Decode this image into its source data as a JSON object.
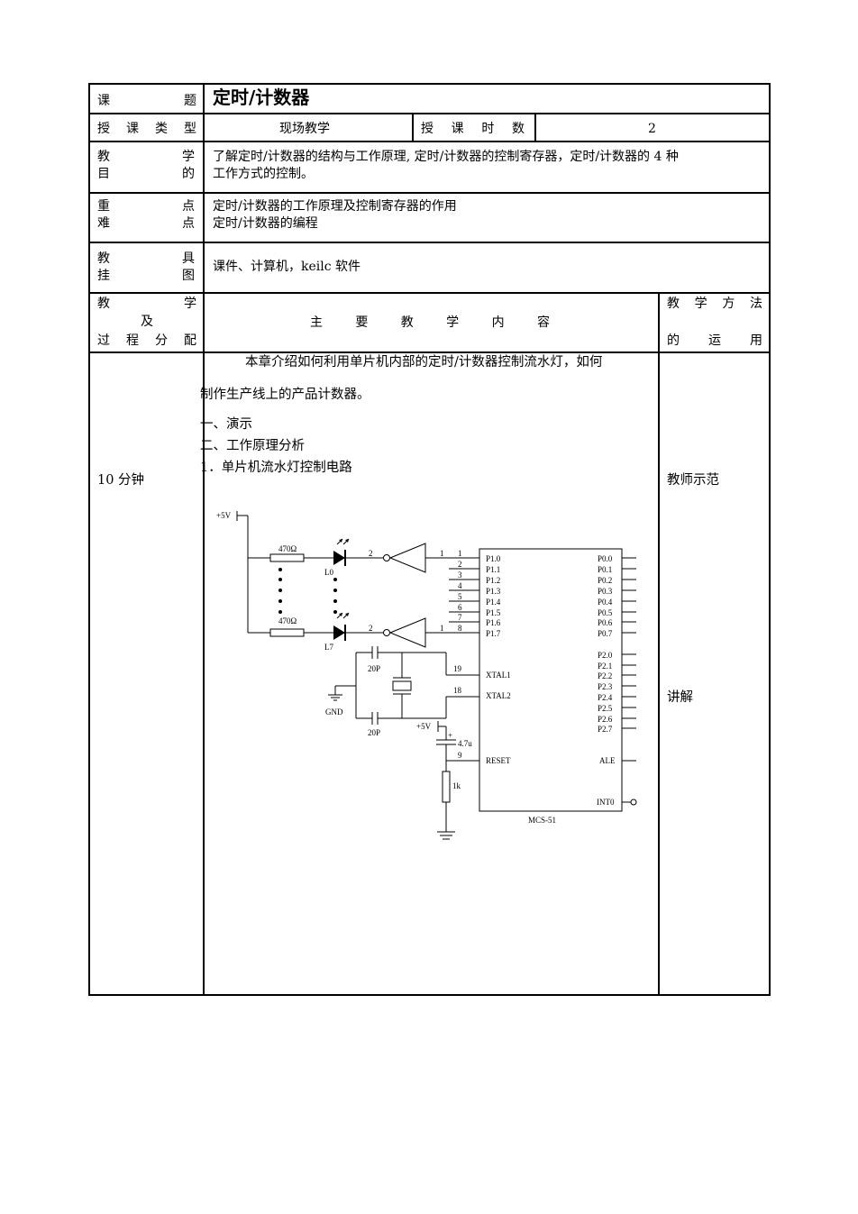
{
  "header": {
    "topic_label": [
      "课",
      "题"
    ],
    "topic_value": "定时/计数器",
    "type_label": [
      "授",
      "课",
      "类",
      "型"
    ],
    "type_value": "现场教学",
    "hours_label": [
      "授",
      "课",
      "时",
      "数"
    ],
    "hours_value": "2",
    "goal_label": {
      "left": [
        "教",
        "目"
      ],
      "right": [
        "学",
        "的"
      ]
    },
    "goal_text": [
      "了解定时/计数器的结构与工作原理, 定时/计数器的控制寄存器，定时/计数器的 4 种",
      "工作方式的控制。"
    ],
    "key_label": {
      "left": [
        "重",
        "难"
      ],
      "right": [
        "点",
        "点"
      ]
    },
    "key_text": [
      "定时/计数器的工作原理及控制寄存器的作用",
      "定时/计数器的编程"
    ],
    "aids_label": {
      "left": [
        "教",
        "挂"
      ],
      "right": [
        "具",
        "图"
      ]
    },
    "aids_text": "课件、计算机，keilc 软件"
  },
  "columns": {
    "process_label": {
      "line1": [
        "教",
        "学"
      ],
      "line2": "及",
      "line3": [
        "过",
        "程",
        "分",
        "配"
      ]
    },
    "content_label": [
      "主",
      "要",
      "教",
      "学",
      "内",
      "容"
    ],
    "method_label": {
      "line1": [
        "教",
        "学",
        "方",
        "法"
      ],
      "line2": [
        "的",
        "运",
        "用"
      ]
    }
  },
  "row": {
    "time": "10 分钟",
    "content_lines": [
      "本章介绍如何利用单片机内部的定时/计数器控制流水灯，如何",
      "制作生产线上的产品计数器。",
      "一、演示",
      "二、工作原理分析",
      "1．单片机流水灯控制电路"
    ],
    "methods": [
      "教师示范",
      "讲解"
    ]
  },
  "circuit": {
    "supply": "+5V",
    "resistor": "470Ω",
    "led_top": "L0",
    "led_bottom": "L7",
    "pin2": "2",
    "pin1": "1",
    "port1_pins": [
      "1",
      "2",
      "3",
      "4",
      "5",
      "6",
      "7",
      "8"
    ],
    "port1": [
      "P1.0",
      "P1.1",
      "P1.2",
      "P1.3",
      "P1.4",
      "P1.5",
      "P1.6",
      "P1.7"
    ],
    "port0": [
      "P0.0",
      "P0.1",
      "P0.2",
      "P0.3",
      "P0.4",
      "P0.5",
      "P0.6",
      "P0.7"
    ],
    "port2": [
      "P2.0",
      "P2.1",
      "P2.2",
      "P2.3",
      "P2.4",
      "P2.5",
      "P2.6",
      "P2.7"
    ],
    "xtal1": "XTAL1",
    "xtal2": "XTAL2",
    "pin19": "19",
    "pin18": "18",
    "pin9": "9",
    "cap": "20P",
    "gnd": "GND",
    "cap_reset": "4.7u",
    "plus": "+",
    "res_reset": "1k",
    "reset": "RESET",
    "ale": "ALE",
    "int0": "INT0",
    "chip": "MCS-51"
  }
}
